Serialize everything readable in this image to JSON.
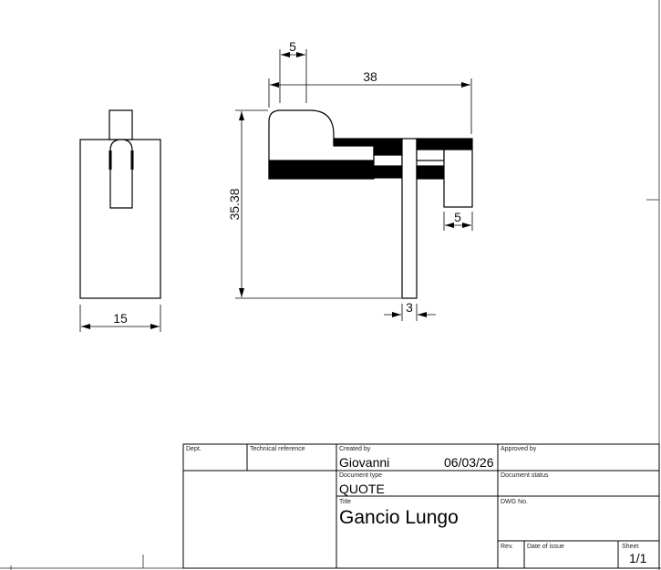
{
  "drawing": {
    "views": {
      "side_view": {
        "width_dim": "15"
      },
      "front_view": {
        "top_offset_dim": "5",
        "overall_width_dim": "38",
        "height_dim": "35.38",
        "tab_width_dim": "5",
        "pin_width_dim": "3"
      }
    }
  },
  "title_block": {
    "dept_label": "Dept.",
    "tech_ref_label": "Technical reference",
    "created_by_label": "Created by",
    "created_by_value": "Giovanni",
    "date_value": "06/03/26",
    "approved_by_label": "Approved by",
    "doc_type_label": "Document type",
    "doc_type_value": "QUOTE",
    "doc_status_label": "Document status",
    "title_label": "Title",
    "title_value": "Gancio Lungo",
    "dwg_no_label": "DWG No.",
    "rev_label": "Rev.",
    "date_issue_label": "Date of issue",
    "sheet_label": "Sheet",
    "sheet_value": "1/1"
  },
  "colors": {
    "line": "#000000",
    "frame": "#555555"
  }
}
